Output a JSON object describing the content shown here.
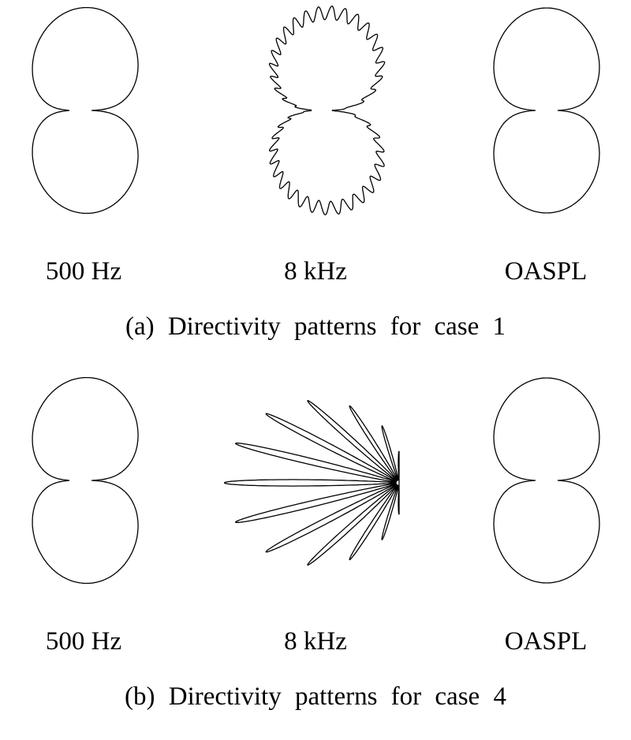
{
  "panels": [
    {
      "caption": "(a)  Directivity patterns for case 1",
      "labels": [
        "500 Hz",
        "8 kHz",
        "OASPL"
      ],
      "patterns": [
        {
          "kind": "dipole",
          "asym": 0.18,
          "scale": 1.0
        },
        {
          "kind": "ripple",
          "lobes": 22,
          "amp": 0.07,
          "scale": 1.0
        },
        {
          "kind": "dipole",
          "asym": 0.0,
          "scale": 1.0
        }
      ]
    },
    {
      "caption": "(b)  Directivity patterns for case 4",
      "labels": [
        "500 Hz",
        "8 kHz",
        "OASPL"
      ],
      "patterns": [
        {
          "kind": "dipole",
          "asym": 0.18,
          "scale": 1.0
        },
        {
          "kind": "spiky",
          "lobes": 12,
          "scale": 1.0
        },
        {
          "kind": "dipole",
          "asym": 0.0,
          "scale": 1.0
        }
      ]
    }
  ]
}
